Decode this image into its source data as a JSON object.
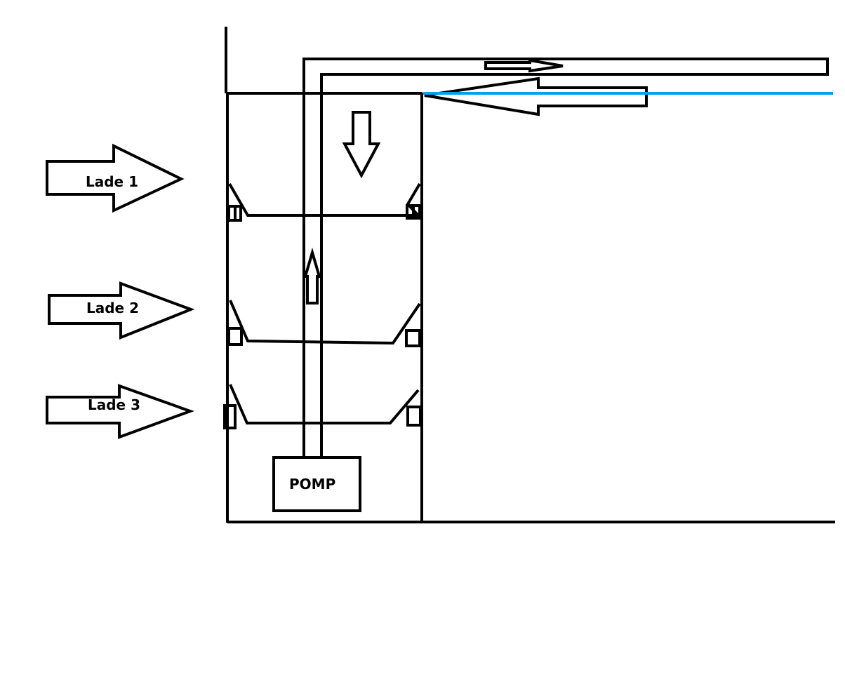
{
  "labels": {
    "drawer_1": "Lade 1",
    "drawer_2": "Lade 2",
    "drawer_3": "Lade 3",
    "pump": "POMP"
  },
  "colors": {
    "line": "#000000",
    "water_level": "#00a2e8",
    "background": "#ffffff"
  }
}
